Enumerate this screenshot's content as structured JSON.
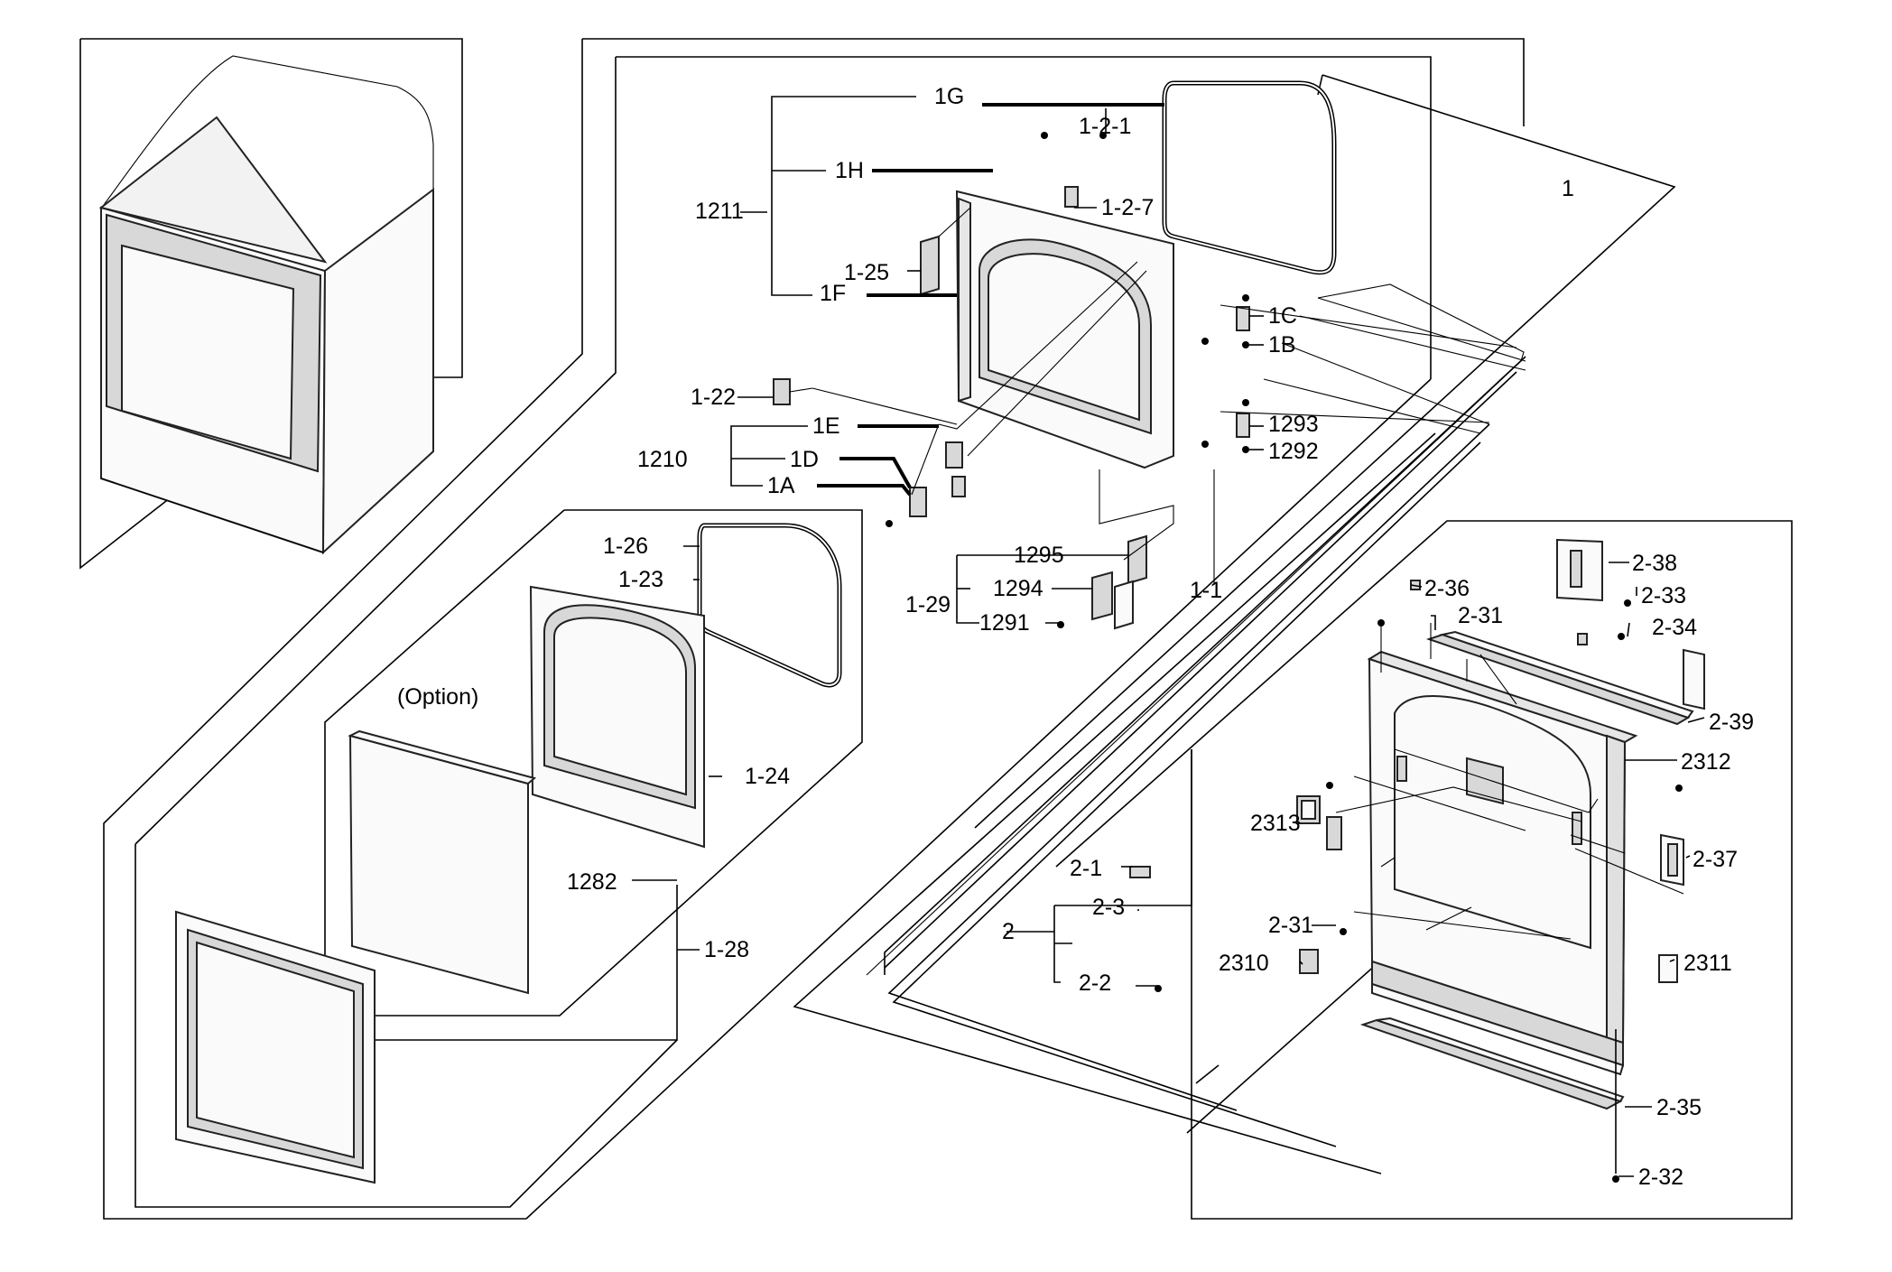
{
  "labels": {
    "l_1G": "1G",
    "l_1_2_1": "1-2-1",
    "l_1H": "1H",
    "l_1_2_7": "1-2-7",
    "l_1211": "1211",
    "l_1": "1",
    "l_1_25": "1-25",
    "l_1F": "1F",
    "l_1C": "1C",
    "l_1B": "1B",
    "l_1_22": "1-22",
    "l_1293": "1293",
    "l_1292": "1292",
    "l_1E": "1E",
    "l_1210": "1210",
    "l_1D": "1D",
    "l_1A": "1A",
    "l_1_26": "1-26",
    "l_1_23": "1-23",
    "l_1295": "1295",
    "l_1294": "1294",
    "l_1_29": "1-29",
    "l_1291": "1291",
    "l_1_1": "1-1",
    "l_option": "(Option)",
    "l_1_24": "1-24",
    "l_1282": "1282",
    "l_1_28": "1-28",
    "l_2_38": "2-38",
    "l_2_36": "2-36",
    "l_2_31a": "2-31",
    "l_2_33": "2-33",
    "l_2_34": "2-34",
    "l_2_39": "2-39",
    "l_2312": "2312",
    "l_2313": "2313",
    "l_2_37": "2-37",
    "l_2_1": "2-1",
    "l_2_3": "2-3",
    "l_2": "2",
    "l_2_31b": "2-31",
    "l_2310": "2310",
    "l_2_2": "2-2",
    "l_2311": "2311",
    "l_2_35": "2-35",
    "l_2_32": "2-32"
  }
}
